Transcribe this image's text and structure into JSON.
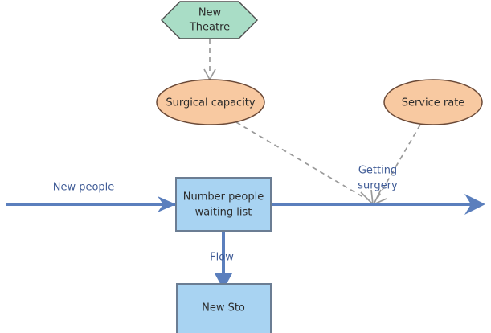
{
  "diagram": {
    "type": "system-dynamics-stock-flow",
    "background_color": "#ffffff",
    "nodes": [
      {
        "id": "new-theatre",
        "shape": "hexagon",
        "label_line1": "New",
        "label_line2": "Theatre",
        "fill": "#a9ddc6",
        "stroke": "#4d4d4d"
      },
      {
        "id": "surgical-capacity",
        "shape": "ellipse",
        "label_line1": "Surgical capacity",
        "fill": "#f8c9a1",
        "stroke": "#6b4a38"
      },
      {
        "id": "service-rate",
        "shape": "ellipse",
        "label_line1": "Service rate",
        "fill": "#f8c9a1",
        "stroke": "#6b4a38"
      },
      {
        "id": "number-people-waiting-list",
        "shape": "rectangle",
        "label_line1": "Number people",
        "label_line2": "waiting list",
        "fill": "#a8d3f2",
        "stroke": "#6b7d93"
      },
      {
        "id": "new-sto",
        "shape": "rectangle",
        "label_line1": "New Sto",
        "fill": "#a8d3f2",
        "stroke": "#6b7d93"
      }
    ],
    "flow_labels": {
      "inflow": "New people",
      "outflow_line1": "Getting",
      "outflow_line2": "surgery",
      "downflow": "Flow"
    },
    "colors": {
      "flow_arrow": "#5b7fbd",
      "flow_label_text": "#3f5b96",
      "dashed_link": "#9a9a9a",
      "node_text": "#2b2b2b"
    }
  }
}
